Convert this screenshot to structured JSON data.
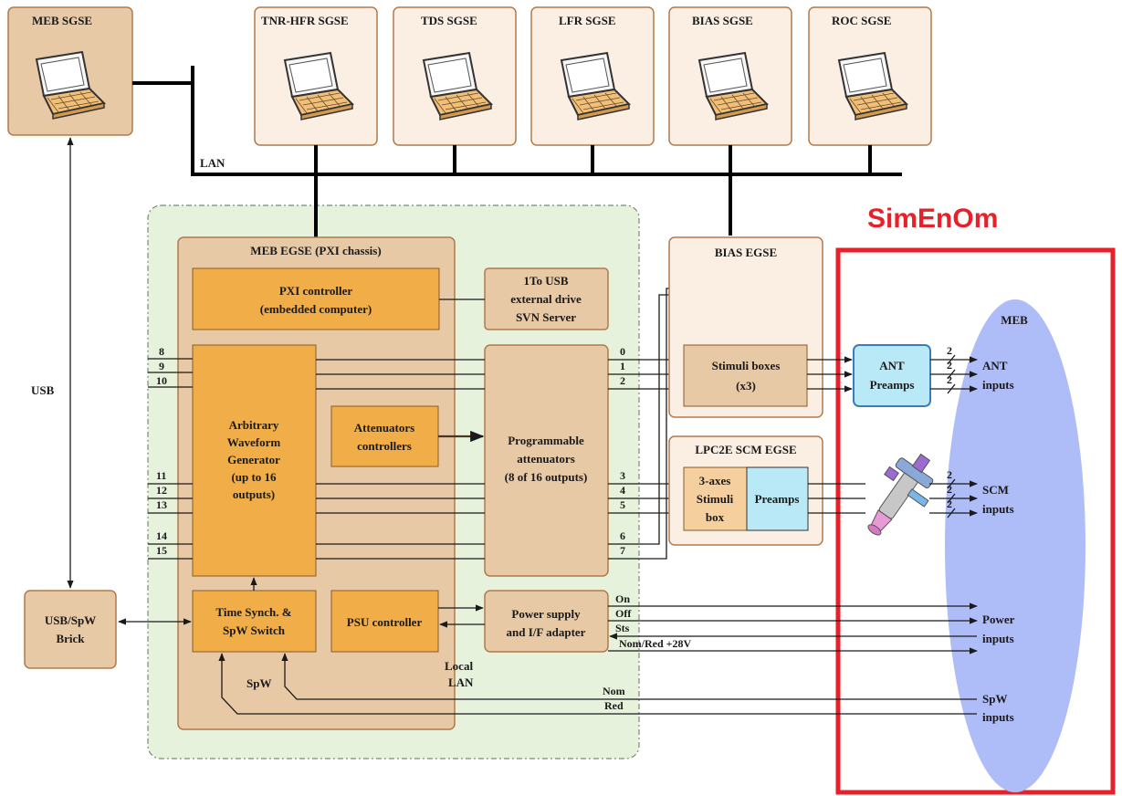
{
  "title": "SimEnOm",
  "colors": {
    "sgse_fill": "#fbefe4",
    "sgse_main_fill": "#e8c9a6",
    "panel_border": "#b07a4b",
    "egse_fill": "#e8c9a6",
    "module_fill": "#f0ad48",
    "zone_fill": "#e6f2dc",
    "preamp_fill": "#b9e8f6",
    "meb_fill": "#aebcf8",
    "red": "#e8202a"
  },
  "sgse": {
    "meb": "MEB SGSE",
    "tnr": "TNR-HFR SGSE",
    "tds": "TDS SGSE",
    "lfr": "LFR SGSE",
    "bias": "BIAS SGSE",
    "roc": "ROC SGSE"
  },
  "labels": {
    "lan": "LAN",
    "usb": "USB",
    "spw": "SpW",
    "local_lan_1": "Local",
    "local_lan_2": "LAN"
  },
  "meb_egse": {
    "title": "MEB EGSE (PXI chassis)",
    "pxi_1": "PXI controller",
    "pxi_2": "(embedded computer)",
    "drive_1": "1To USB",
    "drive_2": "external drive",
    "drive_3": "SVN Server",
    "awg_1": "Arbitrary",
    "awg_2": "Waveform",
    "awg_3": "Generator",
    "awg_4": "(up to 16",
    "awg_5": "outputs)",
    "att_ctrl_1": "Attenuators",
    "att_ctrl_2": "controllers",
    "prog_1": "Programmable",
    "prog_2": "attenuators",
    "prog_3": "(8 of 16 outputs)",
    "time_1": "Time Synch. &",
    "time_2": "SpW Switch",
    "psu": "PSU controller",
    "power_1": "Power supply",
    "power_2": "and I/F adapter"
  },
  "brick": {
    "line1": "USB/SpW",
    "line2": "Brick"
  },
  "bias_egse": {
    "title": "BIAS EGSE",
    "stim_1": "Stimuli boxes",
    "stim_2": "(x3)"
  },
  "lpc2e": {
    "title": "LPC2E SCM EGSE",
    "stim_1": "3-axes",
    "stim_2": "Stimuli",
    "stim_3": "box",
    "preamps": "Preamps"
  },
  "ant_preamps": {
    "line1": "ANT",
    "line2": "Preamps"
  },
  "meb": {
    "title": "MEB",
    "ant_1": "ANT",
    "ant_2": "inputs",
    "scm_1": "SCM",
    "scm_2": "inputs",
    "power_1": "Power",
    "power_2": "inputs",
    "spw_1": "SpW",
    "spw_2": "inputs"
  },
  "awg_channels": [
    "8",
    "9",
    "10",
    "11",
    "12",
    "13",
    "14",
    "15"
  ],
  "att_channels": [
    "0",
    "1",
    "2",
    "3",
    "4",
    "5",
    "6",
    "7"
  ],
  "power_signals": {
    "on": "On",
    "off": "Off",
    "sts": "Sts",
    "nomred": "Nom/Red +28V"
  },
  "spw_signals": {
    "nom": "Nom",
    "red": "Red"
  },
  "bus_width_mark": "2"
}
